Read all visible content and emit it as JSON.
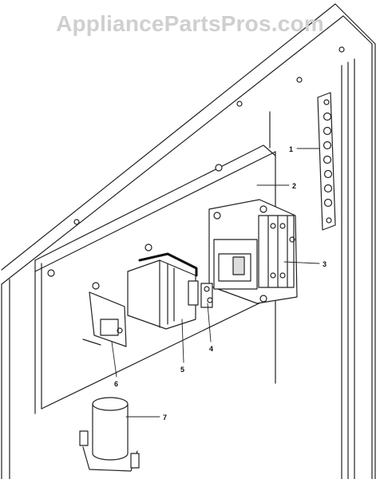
{
  "watermark": "AppliancePartsPros.com",
  "callouts": [
    {
      "number": "1"
    },
    {
      "number": "2"
    },
    {
      "number": "3"
    },
    {
      "number": "4"
    },
    {
      "number": "5"
    },
    {
      "number": "6"
    },
    {
      "number": "7"
    }
  ]
}
